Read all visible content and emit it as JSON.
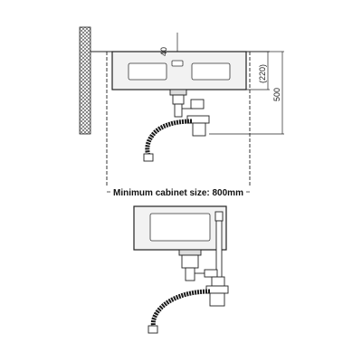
{
  "labels": {
    "cabinet_size": "Minimum cabinet size: 800mm",
    "dim_40": "40",
    "dim_220": "(220)",
    "dim_500": "500"
  },
  "colors": {
    "line": "#222222",
    "sink_fill": "#f2f2f2",
    "hose": "#1a1a1a",
    "background": "#ffffff"
  }
}
